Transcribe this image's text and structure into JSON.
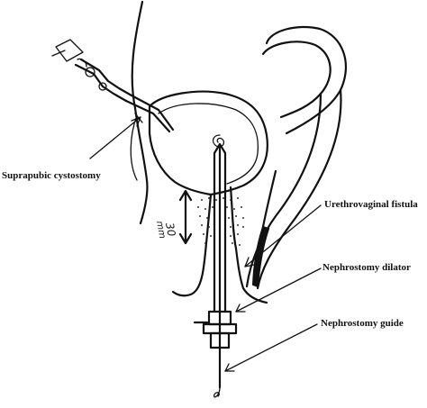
{
  "figure": {
    "labels": {
      "suprapubic": "Suprapubic cystostomy",
      "fistula": "Urethrovaginal fistula",
      "dilator": "Nephrostomy dilator",
      "guide": "Nephrostomy guide"
    },
    "measurement": {
      "value": "30",
      "unit": "mm"
    }
  }
}
